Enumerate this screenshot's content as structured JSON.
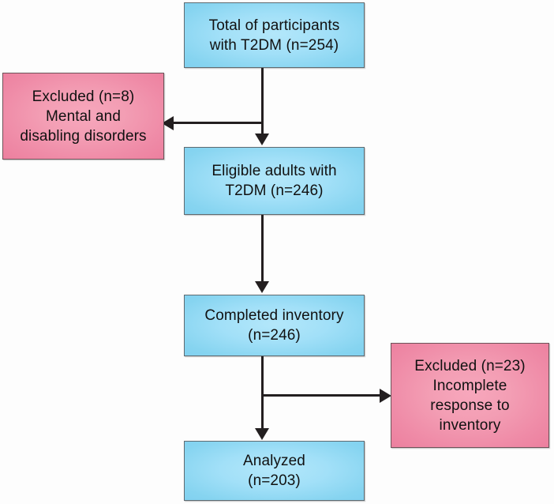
{
  "diagram": {
    "title": "CONSORT-style participant flow diagram",
    "type": "flowchart",
    "colors": {
      "primary_box": "#8fd9f2",
      "exclusion_box": "#f292ab",
      "border": "#5b6166",
      "connector": "#231f20",
      "text": "#111111",
      "background": "#fdfdfd"
    },
    "nodes": [
      {
        "id": "total-participants",
        "kind": "primary",
        "line1": "Total of participants",
        "line2": "with T2DM (n=254)",
        "text": "Total of participants\nwith T2DM (n=254)",
        "count": 254
      },
      {
        "id": "excluded-mental",
        "kind": "exclusion",
        "line1": "Excluded (n=8)",
        "line2": "Mental and",
        "line3": "disabling disorders",
        "text": "Excluded (n=8)\nMental and\ndisabling disorders",
        "count": 8
      },
      {
        "id": "eligible-adults",
        "kind": "primary",
        "line1": "Eligible adults with",
        "line2": "T2DM (n=246)",
        "text": "Eligible adults with\nT2DM (n=246)",
        "count": 246
      },
      {
        "id": "completed-inventory",
        "kind": "primary",
        "line1": "Completed inventory",
        "line2": "(n=246)",
        "text": "Completed inventory\n(n=246)",
        "count": 246
      },
      {
        "id": "excluded-incomplete",
        "kind": "exclusion",
        "line1": "Excluded (n=23)",
        "line2": "Incomplete",
        "line3": "response to",
        "line4": "inventory",
        "text": "Excluded (n=23)\nIncomplete\nresponse to\ninventory",
        "count": 23
      },
      {
        "id": "analyzed",
        "kind": "primary",
        "line1": "Analyzed",
        "line2": "(n=203)",
        "text": "Analyzed\n(n=203)",
        "count": 203
      }
    ],
    "edges": [
      {
        "from": "total-participants",
        "to": "excluded-mental",
        "direction": "left"
      },
      {
        "from": "total-participants",
        "to": "eligible-adults",
        "direction": "down"
      },
      {
        "from": "eligible-adults",
        "to": "completed-inventory",
        "direction": "down"
      },
      {
        "from": "completed-inventory",
        "to": "excluded-incomplete",
        "direction": "right"
      },
      {
        "from": "completed-inventory",
        "to": "analyzed",
        "direction": "down"
      }
    ]
  }
}
